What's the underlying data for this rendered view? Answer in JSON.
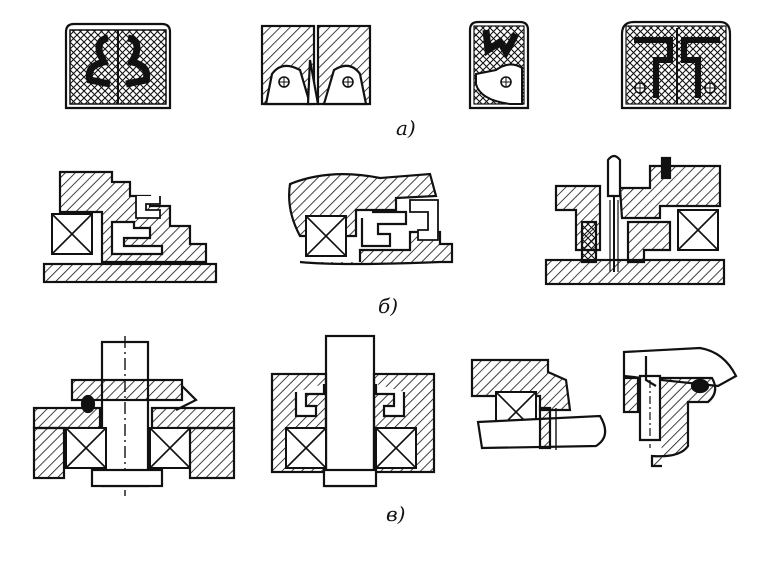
{
  "labels": {
    "a": "а)",
    "b": "б)",
    "c": "в)"
  },
  "colors": {
    "ink": "#111111",
    "paper": "#ffffff"
  }
}
